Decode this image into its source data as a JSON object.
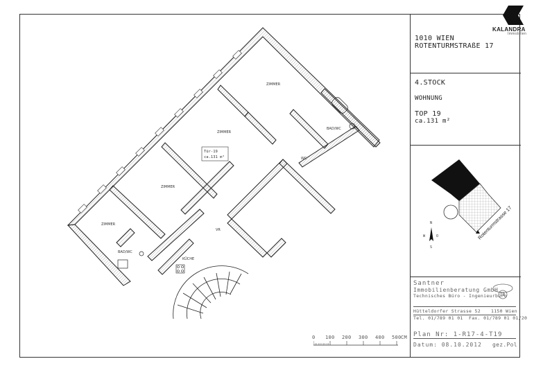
{
  "logo": {
    "brand": "KALANDRA",
    "sub": "Immobilien"
  },
  "address": {
    "line1": "1010 WIEN",
    "line2": "ROTENTURMSTRAßE 17"
  },
  "unit": {
    "floor": "4.STOCK",
    "type": "WOHNUNG",
    "top": "TOP 19",
    "area": "ca.131 m²"
  },
  "location": {
    "street_label": "Rotenturmstrasse 17"
  },
  "company": {
    "name1": "Santner",
    "name2": "Immobilienberatung GmbH",
    "desc": "Technisches Büro - Ingenieurbüro",
    "badge": "TB",
    "street": "Hütteldorfer Strasse 52",
    "city": "1150 Wien",
    "tel": "Tel. 01/789 01 01",
    "fax": "Fax. 01/789 01 01/20"
  },
  "plan_info": {
    "plan_no": "Plan Nr: 1-R17-4-T19",
    "date_label": "Datum: 08.10.2012",
    "drawn": "gez.Pol"
  },
  "rooms": {
    "zimmer": "ZIMMER",
    "bad_wc": "BAD/WC",
    "wc": "WC",
    "kueche": "KÜCHE",
    "vr": "VR",
    "door_label": "Tür-19",
    "door_area": "ca.131 m²"
  },
  "scale": {
    "ticks": [
      "0",
      "100",
      "200",
      "300",
      "400",
      "500"
    ],
    "unit": "CM"
  },
  "compass": {
    "n": "N",
    "s": "S",
    "e": "O",
    "w": "W"
  }
}
